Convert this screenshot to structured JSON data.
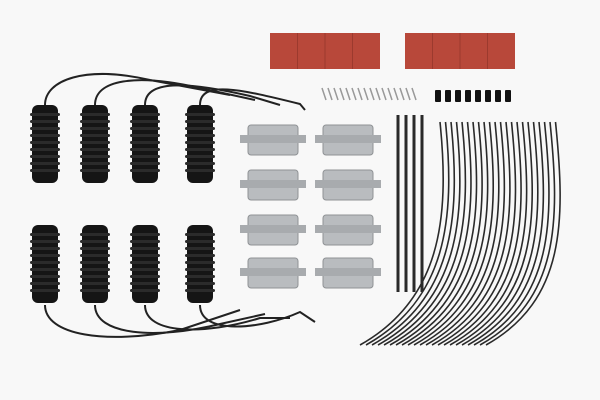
{
  "colors": {
    "background": "#f7f7f7",
    "pad_red": "#b8483a",
    "rubber_black": "#151515",
    "metal": "#b9bcbf",
    "cable": "#222222"
  },
  "items": {
    "adhesive_pads": 2,
    "bellow_resistors": 8,
    "metal_clips": 8,
    "straight_ties": 4
  }
}
